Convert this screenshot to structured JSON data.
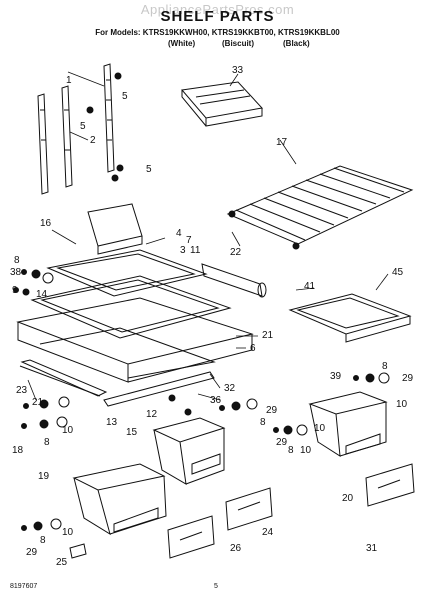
{
  "watermark": "AppliancePartsPros.com",
  "header": {
    "title": "SHELF PARTS",
    "models_line": "For Models: KTRS19KKWH00, KTRS19KKBT00, KTRS19KKBL00",
    "color_white": "(White)",
    "color_biscuit": "(Biscuit)",
    "color_black": "(Black)"
  },
  "callouts": {
    "c1": "1",
    "c2": "2",
    "c5a": "5",
    "c5b": "5",
    "c5c": "5",
    "c33": "33",
    "c17": "17",
    "c16": "16",
    "c4": "4",
    "c7": "7",
    "c3": "3",
    "c11": "11",
    "c22": "22",
    "c8a": "8",
    "c38": "38",
    "c14": "14",
    "c9": "9",
    "c41": "41",
    "c45": "45",
    "c21a": "21",
    "c6": "6",
    "c23": "23",
    "c39": "39",
    "c8b": "8",
    "c29a": "29",
    "c10a": "10",
    "c32": "32",
    "c36": "36",
    "c21b": "21",
    "c13": "13",
    "c15": "15",
    "c12": "12",
    "c29b": "29",
    "c8c": "8",
    "c10b": "10",
    "c18": "18",
    "c8d": "8",
    "c10c": "10",
    "c8e": "8",
    "c29c": "29",
    "c10d": "10",
    "c19": "19",
    "c20": "20",
    "c8f": "8",
    "c10e": "10",
    "c29d": "29",
    "c24": "24",
    "c25": "25",
    "c26": "26",
    "c31": "31"
  },
  "footer": {
    "left": "8197607",
    "center": "5"
  }
}
